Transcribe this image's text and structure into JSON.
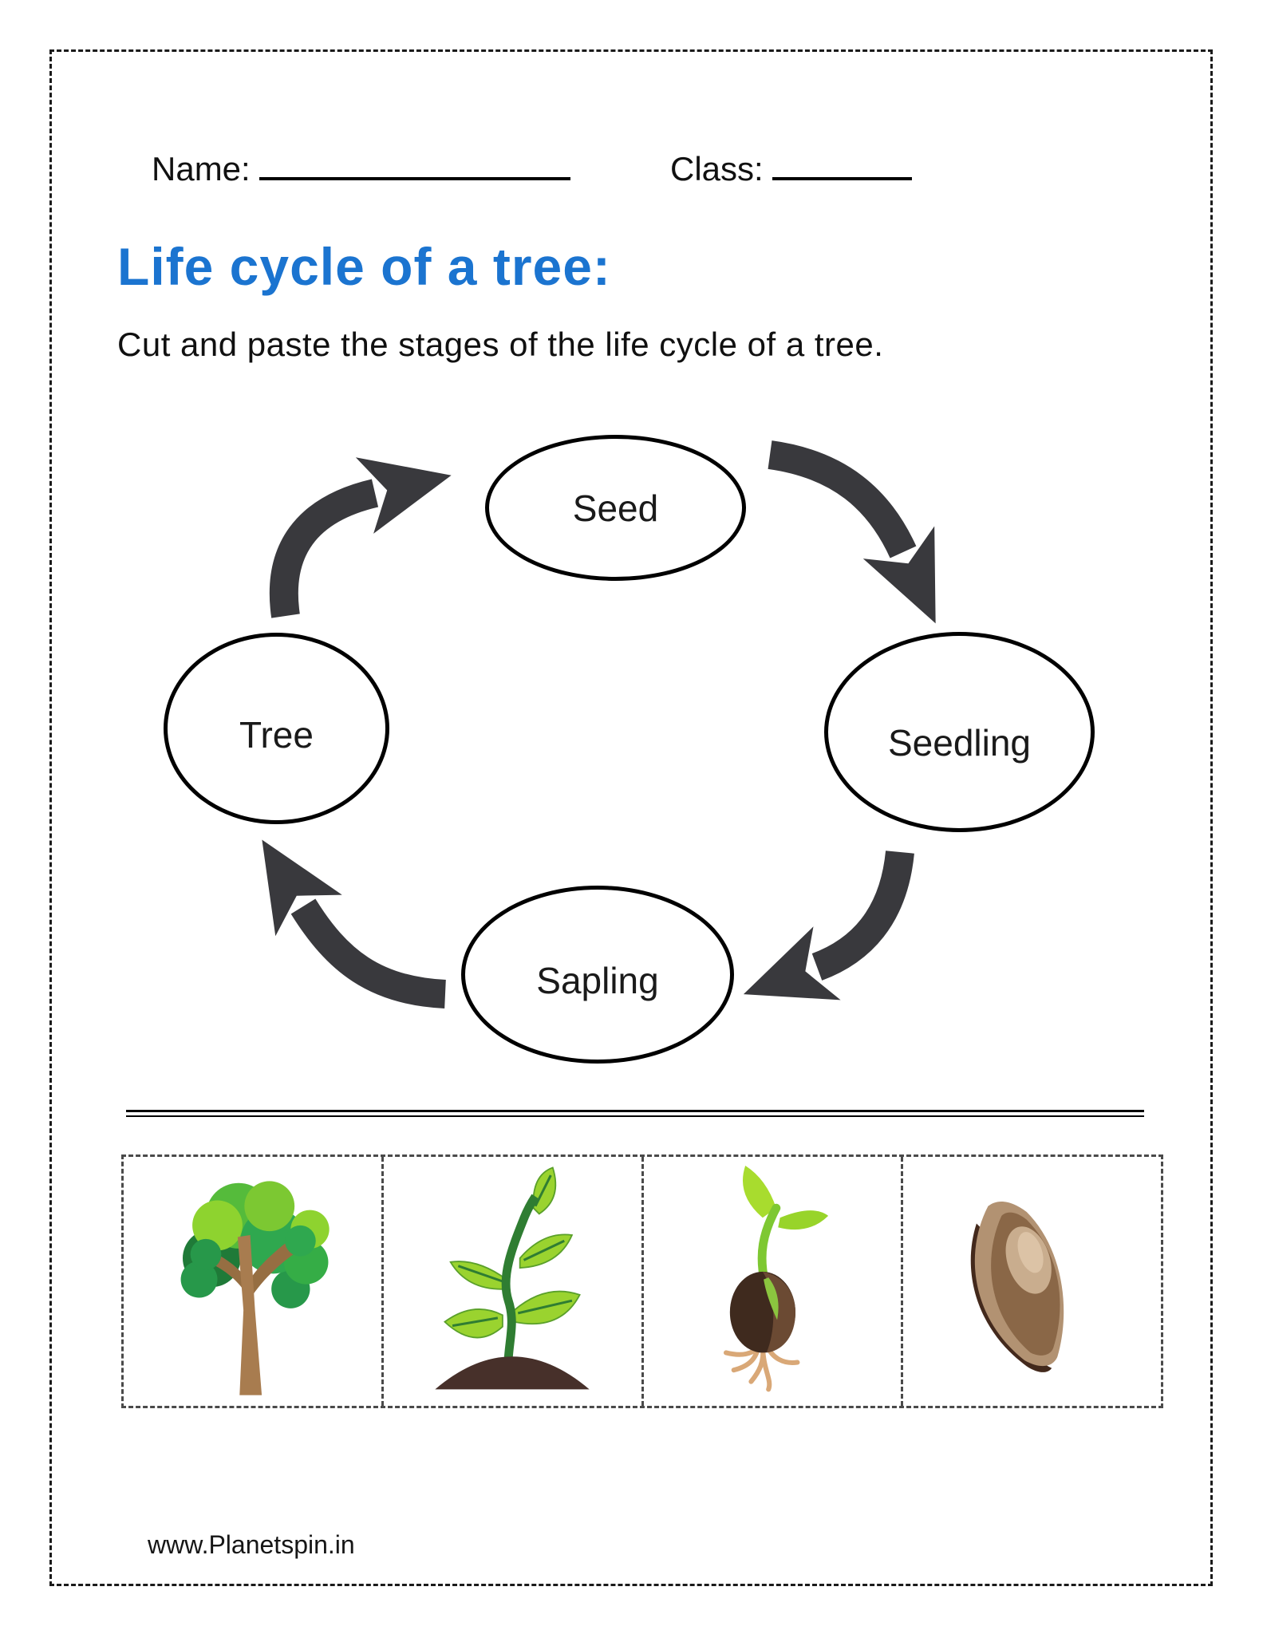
{
  "header": {
    "name_label": "Name:",
    "class_label": "Class:"
  },
  "title": {
    "text": "Life cycle of a tree:",
    "color": "#1b74d0"
  },
  "instruction": "Cut and paste the stages of the life cycle of a tree.",
  "cycle": {
    "arrow_color": "#39393d",
    "outline_color": "#000000",
    "direction": "clockwise",
    "stages": [
      {
        "label": "Seed",
        "position": "top"
      },
      {
        "label": "Seedling",
        "position": "right"
      },
      {
        "label": "Sapling",
        "position": "bottom"
      },
      {
        "label": "Tree",
        "position": "left"
      }
    ]
  },
  "cutouts": [
    {
      "icon": "tree-illustration"
    },
    {
      "icon": "sapling-illustration"
    },
    {
      "icon": "seedling-illustration"
    },
    {
      "icon": "seed-illustration"
    }
  ],
  "footer": {
    "website": "www.Planetspin.in"
  }
}
